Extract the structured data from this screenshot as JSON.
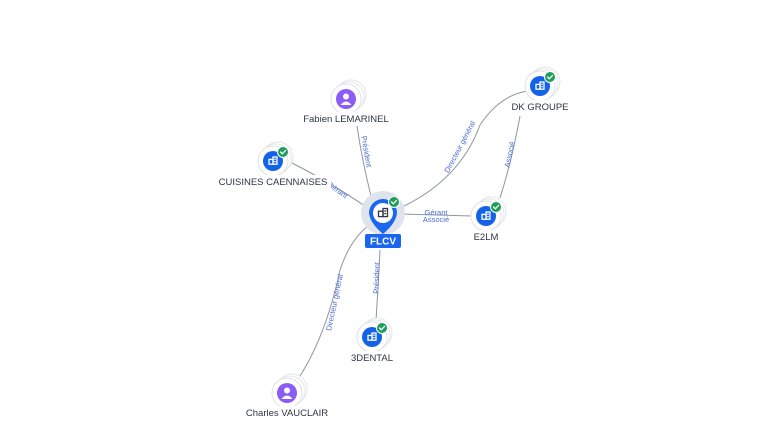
{
  "colors": {
    "company": "#1463e6",
    "person": "#8b5cf6",
    "center": "#1a66f0",
    "check": "#1e9e5a",
    "edge": "#8f95a3",
    "edge_label": "#4a6cd4"
  },
  "nodes": [
    {
      "id": "flcv",
      "label": "FLCV",
      "kind": "center",
      "icon": "building-icon",
      "verified": true
    },
    {
      "id": "fabien",
      "label": "Fabien LEMARINEL",
      "kind": "person",
      "icon": "person-icon",
      "verified": false
    },
    {
      "id": "cuisines",
      "label": "CUISINES CAENNAISES",
      "kind": "company",
      "icon": "building-icon",
      "verified": true
    },
    {
      "id": "dk",
      "label": "DK GROUPE",
      "kind": "company",
      "icon": "building-icon",
      "verified": true
    },
    {
      "id": "e2lm",
      "label": "E2LM",
      "kind": "company",
      "icon": "building-icon",
      "verified": true
    },
    {
      "id": "dental",
      "label": "3DENTAL",
      "kind": "company",
      "icon": "building-icon",
      "verified": true
    },
    {
      "id": "charles",
      "label": "Charles VAUCLAIR",
      "kind": "person",
      "icon": "person-icon",
      "verified": false
    }
  ],
  "edges": [
    {
      "from": "fabien",
      "to": "flcv",
      "labels": [
        "Président"
      ]
    },
    {
      "from": "cuisines",
      "to": "flcv",
      "labels": [
        "Gérant"
      ]
    },
    {
      "from": "flcv",
      "to": "dk",
      "labels": [
        "Directeur général"
      ]
    },
    {
      "from": "dk",
      "to": "e2lm",
      "labels": [
        "Associé"
      ]
    },
    {
      "from": "flcv",
      "to": "e2lm",
      "labels": [
        "Gérant",
        "Associé"
      ]
    },
    {
      "from": "flcv",
      "to": "dental",
      "labels": [
        "Président"
      ]
    },
    {
      "from": "charles",
      "to": "flcv",
      "labels": [
        "Directeur général"
      ]
    }
  ]
}
